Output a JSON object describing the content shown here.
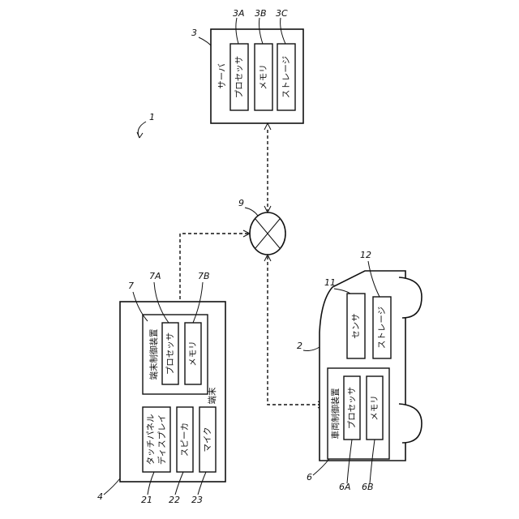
{
  "system": {
    "ref": "1"
  },
  "server": {
    "ref": "3",
    "label": "サーバ",
    "parts": [
      {
        "ref": "3A",
        "label": "プロセッサ"
      },
      {
        "ref": "3B",
        "label": "メモリ"
      },
      {
        "ref": "3C",
        "label": "ストレージ"
      }
    ]
  },
  "network": {
    "ref": "9"
  },
  "terminal": {
    "ref": "4",
    "label": "端末",
    "controller": {
      "ref": "7",
      "label": "端末制御装置",
      "parts": [
        {
          "ref": "7A",
          "label": "プロセッサ"
        },
        {
          "ref": "7B",
          "label": "メモリ"
        }
      ]
    },
    "parts": [
      {
        "ref": "21",
        "label_line1": "タッチパネル",
        "label_line2": "ディスプレイ"
      },
      {
        "ref": "22",
        "label": "スピーカ"
      },
      {
        "ref": "23",
        "label": "マイク"
      }
    ]
  },
  "vehicle": {
    "ref": "2",
    "controller": {
      "ref": "6",
      "label": "車両制御装置",
      "parts": [
        {
          "ref": "6A",
          "label": "プロセッサ"
        },
        {
          "ref": "6B",
          "label": "メモリ"
        }
      ]
    },
    "parts": [
      {
        "ref": "11",
        "label": "センサ"
      },
      {
        "ref": "12",
        "label": "ストレージ"
      }
    ]
  }
}
